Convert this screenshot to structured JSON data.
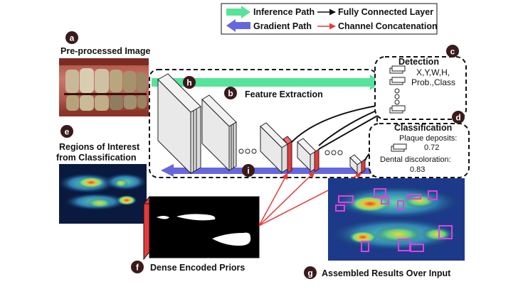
{
  "legend": {
    "inference_path": "Inference Path",
    "gradient_path": "Gradient Path",
    "fully_connected": "Fully Connected Layer",
    "channel_concat": "Channel Concatenation"
  },
  "badges": {
    "a": "a",
    "b": "b",
    "c": "c",
    "d": "d",
    "e": "e",
    "f": "f",
    "g": "g",
    "h": "h",
    "i": "i"
  },
  "labels": {
    "preprocessed": "Pre-processed Image",
    "feature_extraction": "Feature Extraction",
    "regions_line1": "Regions of Interest",
    "regions_line2": "from Classification",
    "dense_priors": "Dense Encoded Priors",
    "assembled": "Assembled Results Over Input"
  },
  "detection": {
    "title": "Detection",
    "line1": "X,Y,W,H,",
    "line2": "Prob.,Class"
  },
  "classification": {
    "title": "Classification",
    "item1_label": "Plaque deposits:",
    "item1_value": "0.72",
    "item2_label": "Dental discoloration:",
    "item2_value": "0.83"
  },
  "colors": {
    "inference": "#58e39a",
    "gradient": "#6767dd",
    "concat": "#e83a3a",
    "fc": "#111111",
    "badge": "#3a1a1a"
  }
}
